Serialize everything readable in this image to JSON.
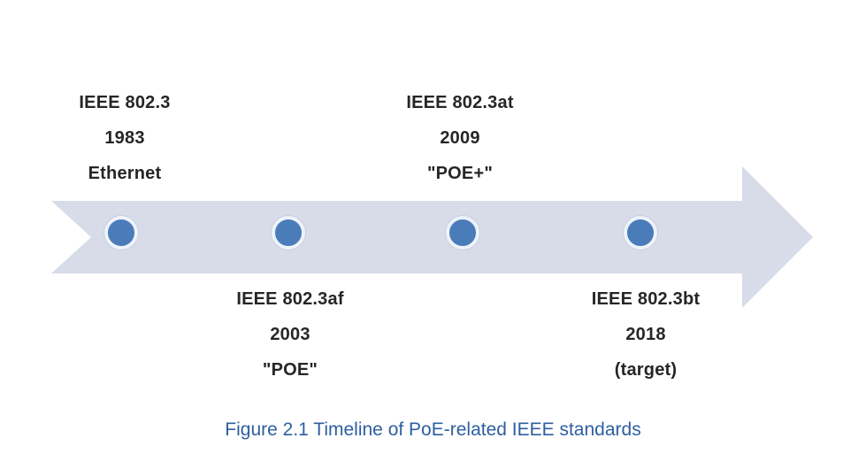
{
  "figure": {
    "caption": "Figure 2.1 Timeline of PoE-related IEEE standards"
  },
  "colors": {
    "arrow": "#d8dce8",
    "dot_fill": "#4a7cba",
    "dot_ring": "#eef2f9",
    "label_text": "#262626",
    "caption_text": "#2d5fa0"
  },
  "timeline": {
    "direction": "left-to-right",
    "events": [
      {
        "standard": "IEEE 802.3",
        "year": "1983",
        "note": "Ethernet",
        "position": "above"
      },
      {
        "standard": "IEEE 802.3af",
        "year": "2003",
        "note": "\"POE\"",
        "position": "below"
      },
      {
        "standard": "IEEE 802.3at",
        "year": "2009",
        "note": "\"POE+\"",
        "position": "above"
      },
      {
        "standard": "IEEE 802.3bt",
        "year": "2018",
        "note": "(target)",
        "position": "below"
      }
    ]
  }
}
